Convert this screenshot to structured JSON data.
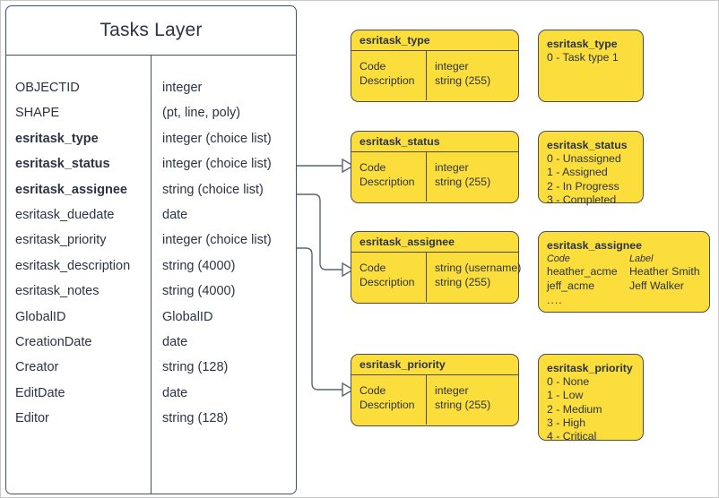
{
  "entity": {
    "title": "Tasks Layer",
    "column_headers": [
      "",
      ""
    ],
    "fields": [
      {
        "name": "OBJECTID",
        "type": "integer",
        "bold": false
      },
      {
        "name": "SHAPE",
        "type": "(pt, line, poly)",
        "bold": false
      },
      {
        "name": "esritask_type",
        "type": "integer (choice list)",
        "bold": true
      },
      {
        "name": "esritask_status",
        "type": "integer (choice list)",
        "bold": true
      },
      {
        "name": "esritask_assignee",
        "type": "string (choice list)",
        "bold": true
      },
      {
        "name": "esritask_duedate",
        "type": "date",
        "bold": false
      },
      {
        "name": "esritask_priority",
        "type": "integer (choice list)",
        "bold": false
      },
      {
        "name": "esritask_description",
        "type": "string (4000)",
        "bold": false
      },
      {
        "name": "esritask_notes",
        "type": "string (4000)",
        "bold": false
      },
      {
        "name": "GlobalID",
        "type": "GlobalID",
        "bold": false
      },
      {
        "name": "CreationDate",
        "type": "date",
        "bold": false
      },
      {
        "name": "Creator",
        "type": "string (128)",
        "bold": false
      },
      {
        "name": "EditDate",
        "type": "date",
        "bold": false
      },
      {
        "name": "Editor",
        "type": "string (128)",
        "bold": false
      }
    ]
  },
  "tables": [
    {
      "id": "type",
      "header": "esritask_type",
      "left_rows": [
        "Code",
        "Description"
      ],
      "right_rows": [
        "integer",
        "string (255)"
      ]
    },
    {
      "id": "status",
      "header": "esritask_status",
      "left_rows": [
        "Code",
        "Description"
      ],
      "right_rows": [
        "integer",
        "string (255)"
      ]
    },
    {
      "id": "assignee",
      "header": "esritask_assignee",
      "left_rows": [
        "Code",
        "Description"
      ],
      "right_rows": [
        "string  (username)",
        "string (255)"
      ]
    },
    {
      "id": "priority",
      "header": "esritask_priority",
      "left_rows": [
        "Code",
        "Description"
      ],
      "right_rows": [
        "integer",
        "string (255)"
      ]
    }
  ],
  "domains": [
    {
      "id": "type",
      "title": "esritask_type",
      "lines": [
        "0 - Task type 1"
      ]
    },
    {
      "id": "status",
      "title": "esritask_status",
      "lines": [
        "0 - Unassigned",
        "1 - Assigned",
        "2 - In Progress",
        "3 - Completed"
      ]
    },
    {
      "id": "assignee",
      "title": "esritask_assignee",
      "col_headers": [
        "Code",
        "Label"
      ],
      "pairs": [
        [
          "heather_acme",
          "Heather Smith"
        ],
        [
          "jeff_acme",
          "Jeff Walker"
        ]
      ],
      "more": "...."
    },
    {
      "id": "priority",
      "title": "esritask_priority",
      "lines": [
        "0 - None",
        "1 - Low",
        "2 - Medium",
        "3 - High",
        "4 - Critical"
      ]
    }
  ],
  "colors": {
    "domain_yellow": "#FBDE3C",
    "box_border": "#4D4D4D",
    "entity_border": "#465065",
    "text": "#2B3344",
    "connector": "#5C6370",
    "page_border": "#C8C8C8"
  }
}
